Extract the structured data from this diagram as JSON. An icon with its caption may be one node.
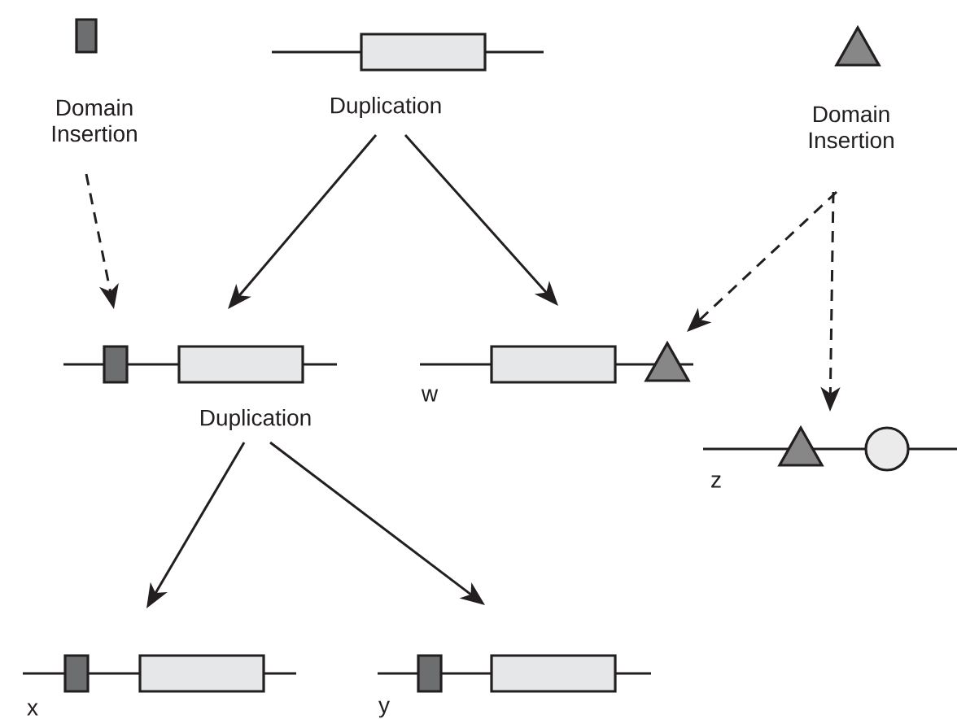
{
  "diagram": {
    "nodes": [
      {
        "text": [
          "Domain Insertion"
        ]
      },
      {
        "text": [
          "Duplication"
        ]
      },
      {
        "text": [
          "Domain Insertion"
        ]
      },
      {
        "text": [
          "Duplication"
        ]
      },
      {
        "text": [],
        "shape": "picture",
        "beside": [
          "w"
        ]
      },
      {
        "text": [],
        "shape": "picture",
        "beside": [
          "z"
        ]
      },
      {
        "text": [],
        "shape": "picture",
        "beside": [
          "x"
        ]
      },
      {
        "text": [],
        "shape": "picture",
        "beside": [
          "y"
        ]
      }
    ],
    "edges": [
      {
        "from": 1,
        "to": 3,
        "arrow": "to"
      },
      {
        "from": 1,
        "to": 4,
        "arrow": "to"
      },
      {
        "from": 0,
        "to": 3,
        "arrow": "to",
        "style": "dashed"
      },
      {
        "from": 2,
        "to": 4,
        "arrow": "to",
        "style": "dashed"
      },
      {
        "from": 2,
        "to": 5,
        "arrow": "to",
        "style": "dashed"
      },
      {
        "from": 3,
        "to": 6,
        "arrow": "to"
      },
      {
        "from": 3,
        "to": 7,
        "arrow": "to"
      }
    ]
  }
}
